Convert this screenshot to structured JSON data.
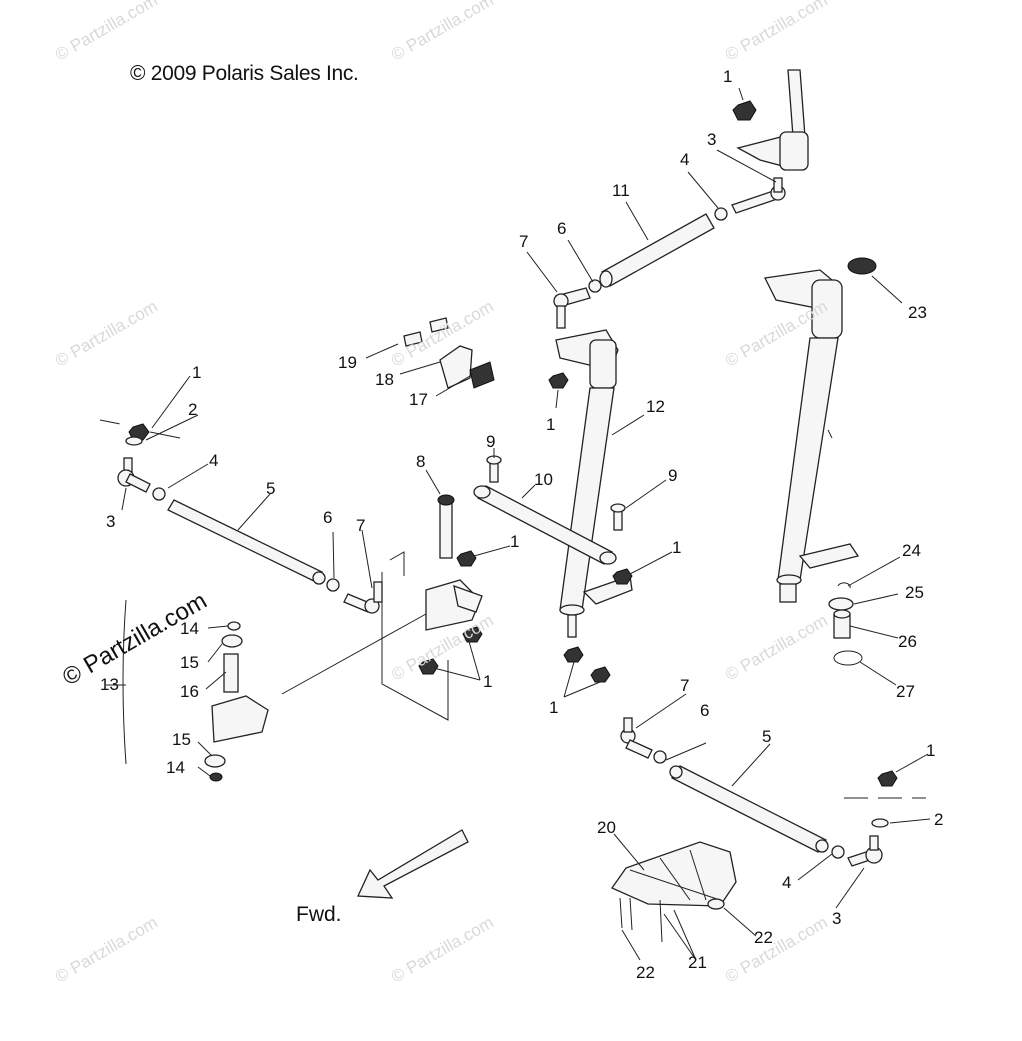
{
  "copyright": "© 2009 Polaris Sales Inc.",
  "direction_label": "Fwd.",
  "watermark": "© Partzilla.com",
  "callouts": [
    {
      "id": "c1a",
      "text": "1"
    },
    {
      "id": "c3a",
      "text": "3"
    },
    {
      "id": "c4a",
      "text": "4"
    },
    {
      "id": "c11",
      "text": "11"
    },
    {
      "id": "c7a",
      "text": "7"
    },
    {
      "id": "c6a",
      "text": "6"
    },
    {
      "id": "c23",
      "text": "23"
    },
    {
      "id": "c19",
      "text": "19"
    },
    {
      "id": "c18",
      "text": "18"
    },
    {
      "id": "c17",
      "text": "17"
    },
    {
      "id": "c1b",
      "text": "1"
    },
    {
      "id": "c12",
      "text": "12"
    },
    {
      "id": "c1c",
      "text": "1"
    },
    {
      "id": "c2a",
      "text": "2"
    },
    {
      "id": "c4b",
      "text": "4"
    },
    {
      "id": "c3b",
      "text": "3"
    },
    {
      "id": "c5a",
      "text": "5"
    },
    {
      "id": "c9a",
      "text": "9"
    },
    {
      "id": "c10",
      "text": "10"
    },
    {
      "id": "c8",
      "text": "8"
    },
    {
      "id": "c9b",
      "text": "9"
    },
    {
      "id": "c6b",
      "text": "6"
    },
    {
      "id": "c7b",
      "text": "7"
    },
    {
      "id": "c1d",
      "text": "1"
    },
    {
      "id": "c1e",
      "text": "1"
    },
    {
      "id": "c24",
      "text": "24"
    },
    {
      "id": "c25",
      "text": "25"
    },
    {
      "id": "c14a",
      "text": "14"
    },
    {
      "id": "c15a",
      "text": "15"
    },
    {
      "id": "c16",
      "text": "16"
    },
    {
      "id": "c13",
      "text": "13"
    },
    {
      "id": "c1f",
      "text": "1"
    },
    {
      "id": "c26",
      "text": "26"
    },
    {
      "id": "c27",
      "text": "27"
    },
    {
      "id": "c1g",
      "text": "1"
    },
    {
      "id": "c7c",
      "text": "7"
    },
    {
      "id": "c6c",
      "text": "6"
    },
    {
      "id": "c5b",
      "text": "5"
    },
    {
      "id": "c15b",
      "text": "15"
    },
    {
      "id": "c14b",
      "text": "14"
    },
    {
      "id": "c1h",
      "text": "1"
    },
    {
      "id": "c2b",
      "text": "2"
    },
    {
      "id": "c20",
      "text": "20"
    },
    {
      "id": "c4c",
      "text": "4"
    },
    {
      "id": "c3c",
      "text": "3"
    },
    {
      "id": "c22a",
      "text": "22"
    },
    {
      "id": "c21",
      "text": "21"
    },
    {
      "id": "c22b",
      "text": "22"
    }
  ]
}
